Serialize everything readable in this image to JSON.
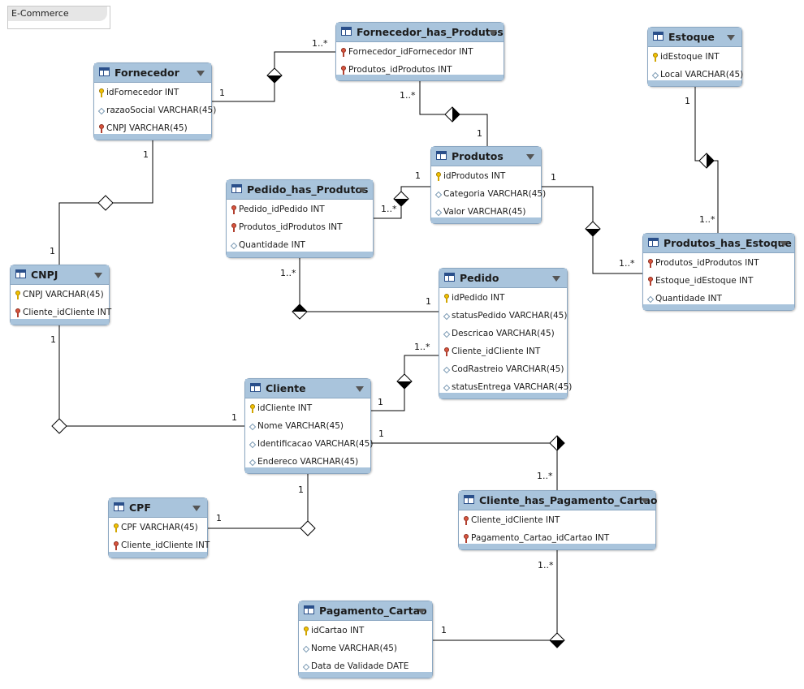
{
  "layer": {
    "label": "E-Commerce"
  },
  "entities": {
    "fornecedor": {
      "name": "Fornecedor",
      "columns": [
        {
          "icon": "primary-key-icon",
          "text": "idFornecedor INT"
        },
        {
          "icon": "attribute-icon",
          "text": "razaoSocial VARCHAR(45)"
        },
        {
          "icon": "foreign-key-icon",
          "text": "CNPJ VARCHAR(45)"
        }
      ]
    },
    "fornecedor_has_produtos": {
      "name": "Fornecedor_has_Produtos",
      "columns": [
        {
          "icon": "foreign-key-icon",
          "text": "Fornecedor_idFornecedor INT"
        },
        {
          "icon": "foreign-key-icon",
          "text": "Produtos_idProdutos INT"
        }
      ]
    },
    "estoque": {
      "name": "Estoque",
      "columns": [
        {
          "icon": "primary-key-icon",
          "text": "idEstoque INT"
        },
        {
          "icon": "attribute-icon",
          "text": "Local VARCHAR(45)"
        }
      ]
    },
    "produtos": {
      "name": "Produtos",
      "columns": [
        {
          "icon": "primary-key-icon",
          "text": "idProdutos INT"
        },
        {
          "icon": "attribute-icon",
          "text": "Categoria VARCHAR(45)"
        },
        {
          "icon": "attribute-icon",
          "text": "Valor VARCHAR(45)"
        }
      ]
    },
    "pedido_has_produtos": {
      "name": "Pedido_has_Produtos",
      "columns": [
        {
          "icon": "foreign-key-icon",
          "text": "Pedido_idPedido INT"
        },
        {
          "icon": "foreign-key-icon",
          "text": "Produtos_idProdutos INT"
        },
        {
          "icon": "attribute-icon",
          "text": "Quantidade INT"
        }
      ]
    },
    "produtos_has_estoque": {
      "name": "Produtos_has_Estoque",
      "columns": [
        {
          "icon": "foreign-key-icon",
          "text": "Produtos_idProdutos INT"
        },
        {
          "icon": "foreign-key-icon",
          "text": "Estoque_idEstoque INT"
        },
        {
          "icon": "attribute-icon",
          "text": "Quantidade INT"
        }
      ]
    },
    "cnpj": {
      "name": "CNPJ",
      "columns": [
        {
          "icon": "primary-key-icon",
          "text": "CNPJ VARCHAR(45)"
        },
        {
          "icon": "foreign-key-icon",
          "text": "Cliente_idCliente INT"
        }
      ]
    },
    "pedido": {
      "name": "Pedido",
      "columns": [
        {
          "icon": "primary-key-icon",
          "text": "idPedido INT"
        },
        {
          "icon": "attribute-icon",
          "text": "statusPedido VARCHAR(45)"
        },
        {
          "icon": "attribute-icon",
          "text": "Descricao VARCHAR(45)"
        },
        {
          "icon": "foreign-key-icon",
          "text": "Cliente_idCliente INT"
        },
        {
          "icon": "attribute-icon",
          "text": "CodRastreio VARCHAR(45)"
        },
        {
          "icon": "attribute-icon",
          "text": "statusEntrega VARCHAR(45)"
        }
      ]
    },
    "cliente": {
      "name": "Cliente",
      "columns": [
        {
          "icon": "primary-key-icon",
          "text": "idCliente INT"
        },
        {
          "icon": "attribute-icon",
          "text": "Nome VARCHAR(45)"
        },
        {
          "icon": "attribute-icon",
          "text": "Identificacao VARCHAR(45)"
        },
        {
          "icon": "attribute-icon",
          "text": "Endereco VARCHAR(45)"
        }
      ]
    },
    "cpf": {
      "name": "CPF",
      "columns": [
        {
          "icon": "primary-key-icon",
          "text": "CPF VARCHAR(45)"
        },
        {
          "icon": "foreign-key-icon",
          "text": "Cliente_idCliente INT"
        }
      ]
    },
    "cliente_has_pagamento_cartao": {
      "name": "Cliente_has_Pagamento_Cartao",
      "columns": [
        {
          "icon": "foreign-key-icon",
          "text": "Cliente_idCliente INT"
        },
        {
          "icon": "foreign-key-icon",
          "text": "Pagamento_Cartao_idCartao INT"
        }
      ]
    },
    "pagamento_cartao": {
      "name": "Pagamento_Cartao",
      "columns": [
        {
          "icon": "primary-key-icon",
          "text": "idCartao INT"
        },
        {
          "icon": "attribute-icon",
          "text": "Nome VARCHAR(45)"
        },
        {
          "icon": "attribute-icon",
          "text": "Data de Validade DATE"
        }
      ]
    }
  },
  "cardinalities": {
    "forn_fhp_one": "1",
    "forn_fhp_many": "1..*",
    "fhp_prod_many": "1..*",
    "fhp_prod_one": "1",
    "forn_cnpj_one": "1",
    "forn_cnpj_one_b": "1",
    "estoque_phe_one": "1",
    "estoque_phe_many": "1..*",
    "prod_php_one": "1",
    "prod_php_many": "1..*",
    "prod_phe_one": "1",
    "prod_phe_many": "1..*",
    "php_pedido_many": "1..*",
    "php_pedido_one": "1",
    "cnpj_cliente_one": "1",
    "cnpj_cliente_one_b": "1",
    "cliente_pedido_one": "1",
    "cliente_pedido_many": "1..*",
    "cliente_chpc_one": "1",
    "cliente_chpc_many": "1..*",
    "cliente_cpf_one": "1",
    "cliente_cpf_one_b": "1",
    "pag_chpc_many": "1..*",
    "pag_chpc_one": "1"
  },
  "colors": {
    "header": "#a9c4dc",
    "border": "#8aa6c1",
    "line": "#000000"
  }
}
